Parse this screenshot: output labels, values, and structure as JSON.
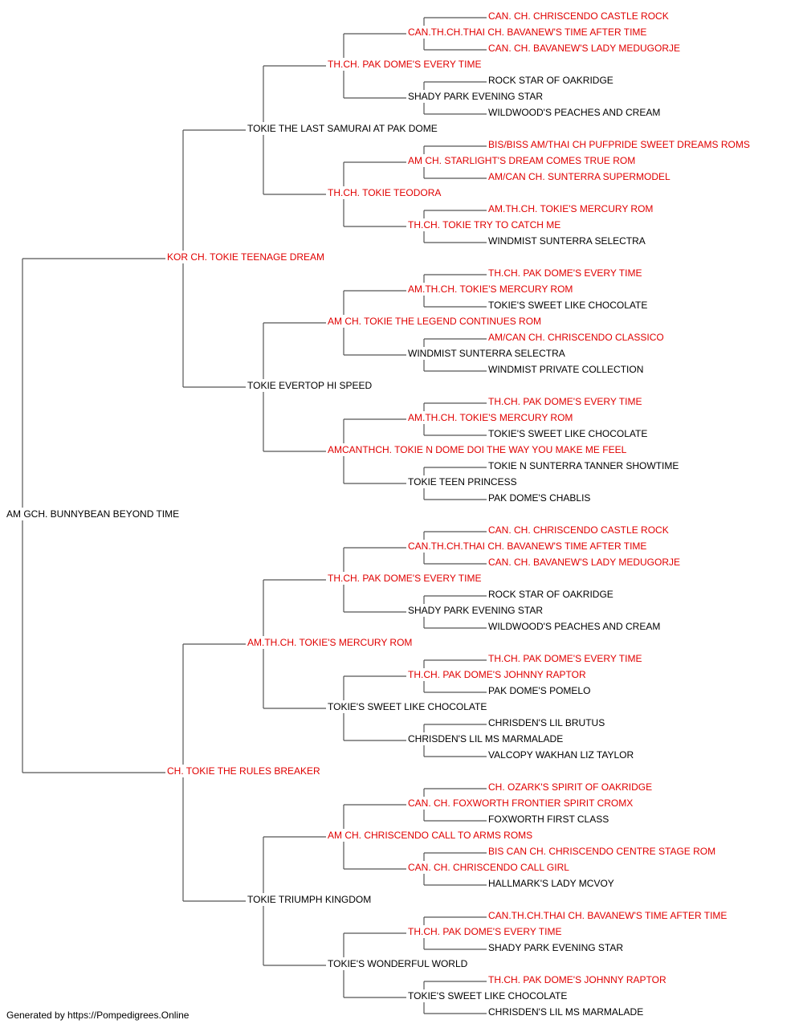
{
  "colors": {
    "champion": "#e00000",
    "normal": "#000000",
    "connector": "#555555"
  },
  "pedigree": {
    "name": "AM GCH. BUNNYBEAN BEYOND TIME",
    "champion": false,
    "sire": {
      "name": "KOR CH. TOKIE TEENAGE DREAM",
      "champion": true,
      "sire": {
        "name": "TOKIE THE LAST SAMURAI AT PAK DOME",
        "champion": false,
        "sire": {
          "name": "TH.CH. PAK DOME'S EVERY TIME",
          "champion": true,
          "sire": {
            "name": "CAN.TH.CH.THAI CH. BAVANEW'S TIME AFTER TIME",
            "champion": true,
            "sire": {
              "name": "CAN. CH. CHRISCENDO CASTLE ROCK",
              "champion": true
            },
            "dam": {
              "name": "CAN. CH. BAVANEW'S LADY MEDUGORJE",
              "champion": true
            }
          },
          "dam": {
            "name": "SHADY PARK EVENING STAR",
            "champion": false,
            "sire": {
              "name": "ROCK STAR OF OAKRIDGE",
              "champion": false
            },
            "dam": {
              "name": "WILDWOOD'S PEACHES AND CREAM",
              "champion": false
            }
          }
        },
        "dam": {
          "name": "TH.CH. TOKIE TEODORA",
          "champion": true,
          "sire": {
            "name": "AM CH. STARLIGHT'S DREAM COMES TRUE ROM",
            "champion": true,
            "sire": {
              "name": "BIS/BISS AM/THAI CH PUFPRIDE SWEET DREAMS ROMS",
              "champion": true
            },
            "dam": {
              "name": "AM/CAN CH. SUNTERRA SUPERMODEL",
              "champion": true
            }
          },
          "dam": {
            "name": "TH.CH. TOKIE TRY TO CATCH ME",
            "champion": true,
            "sire": {
              "name": "AM.TH.CH. TOKIE'S MERCURY ROM",
              "champion": true
            },
            "dam": {
              "name": "WINDMIST SUNTERRA SELECTRA",
              "champion": false
            }
          }
        }
      },
      "dam": {
        "name": "TOKIE EVERTOP HI SPEED",
        "champion": false,
        "sire": {
          "name": "AM CH. TOKIE THE LEGEND CONTINUES ROM",
          "champion": true,
          "sire": {
            "name": "AM.TH.CH. TOKIE'S MERCURY ROM",
            "champion": true,
            "sire": {
              "name": "TH.CH. PAK DOME'S EVERY TIME",
              "champion": true
            },
            "dam": {
              "name": "TOKIE'S SWEET LIKE CHOCOLATE",
              "champion": false
            }
          },
          "dam": {
            "name": "WINDMIST SUNTERRA SELECTRA",
            "champion": false,
            "sire": {
              "name": "AM/CAN CH. CHRISCENDO CLASSICO",
              "champion": true
            },
            "dam": {
              "name": "WINDMIST PRIVATE COLLECTION",
              "champion": false
            }
          }
        },
        "dam": {
          "name": "AMCANTHCH. TOKIE N DOME DOI THE WAY YOU MAKE ME FEEL",
          "champion": true,
          "sire": {
            "name": "AM.TH.CH. TOKIE'S MERCURY ROM",
            "champion": true,
            "sire": {
              "name": "TH.CH. PAK DOME'S EVERY TIME",
              "champion": true
            },
            "dam": {
              "name": "TOKIE'S SWEET LIKE CHOCOLATE",
              "champion": false
            }
          },
          "dam": {
            "name": "TOKIE TEEN PRINCESS",
            "champion": false,
            "sire": {
              "name": "TOKIE N SUNTERRA TANNER SHOWTIME",
              "champion": false
            },
            "dam": {
              "name": "PAK DOME'S CHABLIS",
              "champion": false
            }
          }
        }
      }
    },
    "dam": {
      "name": "CH. TOKIE THE RULES BREAKER",
      "champion": true,
      "sire": {
        "name": "AM.TH.CH. TOKIE'S MERCURY ROM",
        "champion": true,
        "sire": {
          "name": "TH.CH. PAK DOME'S EVERY TIME",
          "champion": true,
          "sire": {
            "name": "CAN.TH.CH.THAI CH. BAVANEW'S TIME AFTER TIME",
            "champion": true,
            "sire": {
              "name": "CAN. CH. CHRISCENDO CASTLE ROCK",
              "champion": true
            },
            "dam": {
              "name": "CAN. CH. BAVANEW'S LADY MEDUGORJE",
              "champion": true
            }
          },
          "dam": {
            "name": "SHADY PARK EVENING STAR",
            "champion": false,
            "sire": {
              "name": "ROCK STAR OF OAKRIDGE",
              "champion": false
            },
            "dam": {
              "name": "WILDWOOD'S PEACHES AND CREAM",
              "champion": false
            }
          }
        },
        "dam": {
          "name": "TOKIE'S SWEET LIKE CHOCOLATE",
          "champion": false,
          "sire": {
            "name": "TH.CH. PAK DOME'S JOHNNY RAPTOR",
            "champion": true,
            "sire": {
              "name": "TH.CH. PAK DOME'S EVERY TIME",
              "champion": true
            },
            "dam": {
              "name": "PAK DOME'S POMELO",
              "champion": false
            }
          },
          "dam": {
            "name": "CHRISDEN'S LIL MS MARMALADE",
            "champion": false,
            "sire": {
              "name": "CHRISDEN'S LIL BRUTUS",
              "champion": false
            },
            "dam": {
              "name": "VALCOPY WAKHAN LIZ TAYLOR",
              "champion": false
            }
          }
        }
      },
      "dam": {
        "name": "TOKIE TRIUMPH KINGDOM",
        "champion": false,
        "sire": {
          "name": "AM CH. CHRISCENDO CALL TO ARMS ROMS",
          "champion": true,
          "sire": {
            "name": "CAN. CH. FOXWORTH FRONTIER SPIRIT CROMX",
            "champion": true,
            "sire": {
              "name": "CH. OZARK'S SPIRIT OF OAKRIDGE",
              "champion": true
            },
            "dam": {
              "name": "FOXWORTH FIRST CLASS",
              "champion": false
            }
          },
          "dam": {
            "name": "CAN. CH. CHRISCENDO CALL GIRL",
            "champion": true,
            "sire": {
              "name": "BIS CAN CH. CHRISCENDO CENTRE STAGE ROM",
              "champion": true
            },
            "dam": {
              "name": "HALLMARK'S LADY MCVOY",
              "champion": false
            }
          }
        },
        "dam": {
          "name": "TOKIE'S WONDERFUL WORLD",
          "champion": false,
          "sire": {
            "name": "TH.CH. PAK DOME'S EVERY TIME",
            "champion": true,
            "sire": {
              "name": "CAN.TH.CH.THAI CH. BAVANEW'S TIME AFTER TIME",
              "champion": true
            },
            "dam": {
              "name": "SHADY PARK EVENING STAR",
              "champion": false
            }
          },
          "dam": {
            "name": "TOKIE'S SWEET LIKE CHOCOLATE",
            "champion": false,
            "sire": {
              "name": "TH.CH. PAK DOME'S JOHNNY RAPTOR",
              "champion": true
            },
            "dam": {
              "name": "CHRISDEN'S LIL MS MARMALADE",
              "champion": false
            }
          }
        }
      }
    }
  },
  "footer": {
    "text": "Generated by https://Pompedigrees.Online"
  }
}
